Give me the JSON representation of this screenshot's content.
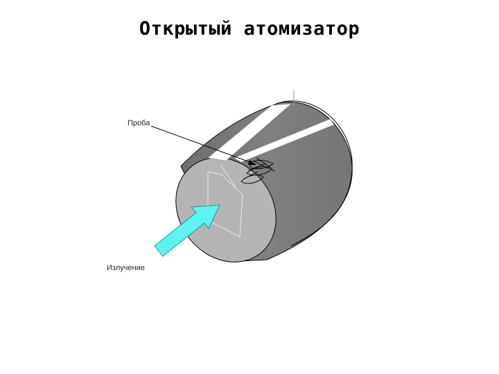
{
  "title": "Открытый атомизатор",
  "labels": {
    "sample": "Проба",
    "radiation": "Излучение"
  },
  "colors": {
    "body_side": "#7a7a7a",
    "body_end_face": "#b4b4b4",
    "slot": "#ffffff",
    "radiation_arrow": "#5ef2f2",
    "outline": "#000000"
  },
  "icons": {
    "radiation_arrow": "arrow-up-right",
    "sample": "scribble-deposit"
  }
}
